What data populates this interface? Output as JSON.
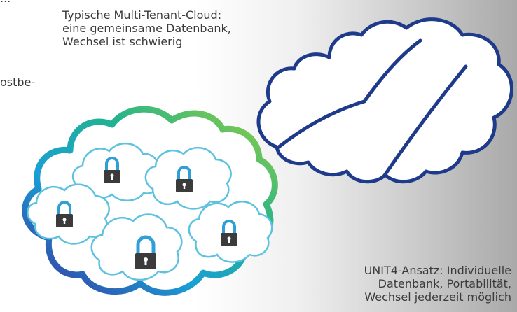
{
  "multitenant_cloud": {
    "caption_lines": [
      "Typische Multi-Tenant-Cloud:",
      "eine gemeinsame Datenbank,",
      "Wechsel ist schwierig"
    ]
  },
  "unit4_cloud": {
    "caption_lines": [
      "UNIT4-Ansatz: Individuelle",
      "Datenbank, Portabilität,",
      "Wechsel jederzeit möglich"
    ],
    "tenant_clouds": [
      {
        "icon": "padlock-icon"
      },
      {
        "icon": "padlock-icon"
      },
      {
        "icon": "padlock-icon"
      },
      {
        "icon": "padlock-icon"
      },
      {
        "icon": "padlock-icon"
      },
      {
        "icon": "padlock-icon"
      }
    ]
  },
  "cut_off_text": {
    "top_left": "...",
    "left": "ostbe-"
  },
  "colors": {
    "multitenant_outline": "#1e3a8a",
    "tenant_outline": "#5cc2df",
    "padlock_shackle": "#2f9fd8",
    "padlock_body": "#3b3b3b",
    "gradient_start": "#3a2f9a",
    "gradient_mid": "#1a9fd6",
    "gradient_end": "#9bcf3a"
  }
}
